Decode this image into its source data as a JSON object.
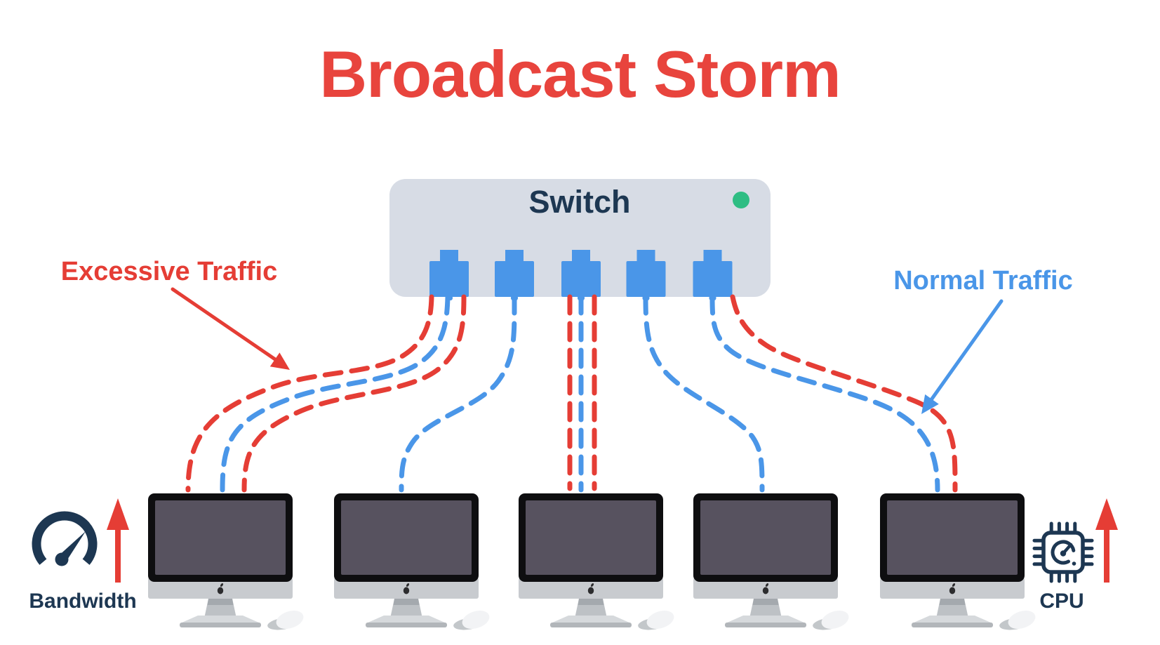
{
  "title": "Broadcast Storm",
  "switch": {
    "label": "Switch",
    "port_count": 5,
    "status_led": "on"
  },
  "annotations": {
    "excessive_traffic": "Excessive Traffic",
    "normal_traffic": "Normal Traffic"
  },
  "metrics": {
    "bandwidth_label": "Bandwidth",
    "cpu_label": "CPU"
  },
  "icons": {
    "left_metric": "speedometer-icon",
    "right_metric": "cpu-chip-icon",
    "trend": "up-arrow"
  },
  "computers": [
    {
      "id": "computer-1",
      "links": [
        "excessive",
        "normal",
        "excessive"
      ]
    },
    {
      "id": "computer-2",
      "links": [
        "normal"
      ]
    },
    {
      "id": "computer-3",
      "links": [
        "excessive",
        "normal",
        "excessive"
      ]
    },
    {
      "id": "computer-4",
      "links": [
        "normal"
      ]
    },
    {
      "id": "computer-5",
      "links": [
        "normal",
        "excessive"
      ]
    }
  ],
  "colors": {
    "title_red": "#e8443d",
    "traffic_red": "#e53d35",
    "traffic_blue": "#4a96e8",
    "navy": "#1d3752",
    "switch_body": "#d7dce5",
    "led_green": "#2ebd83",
    "screen_fill": "#57525f"
  }
}
